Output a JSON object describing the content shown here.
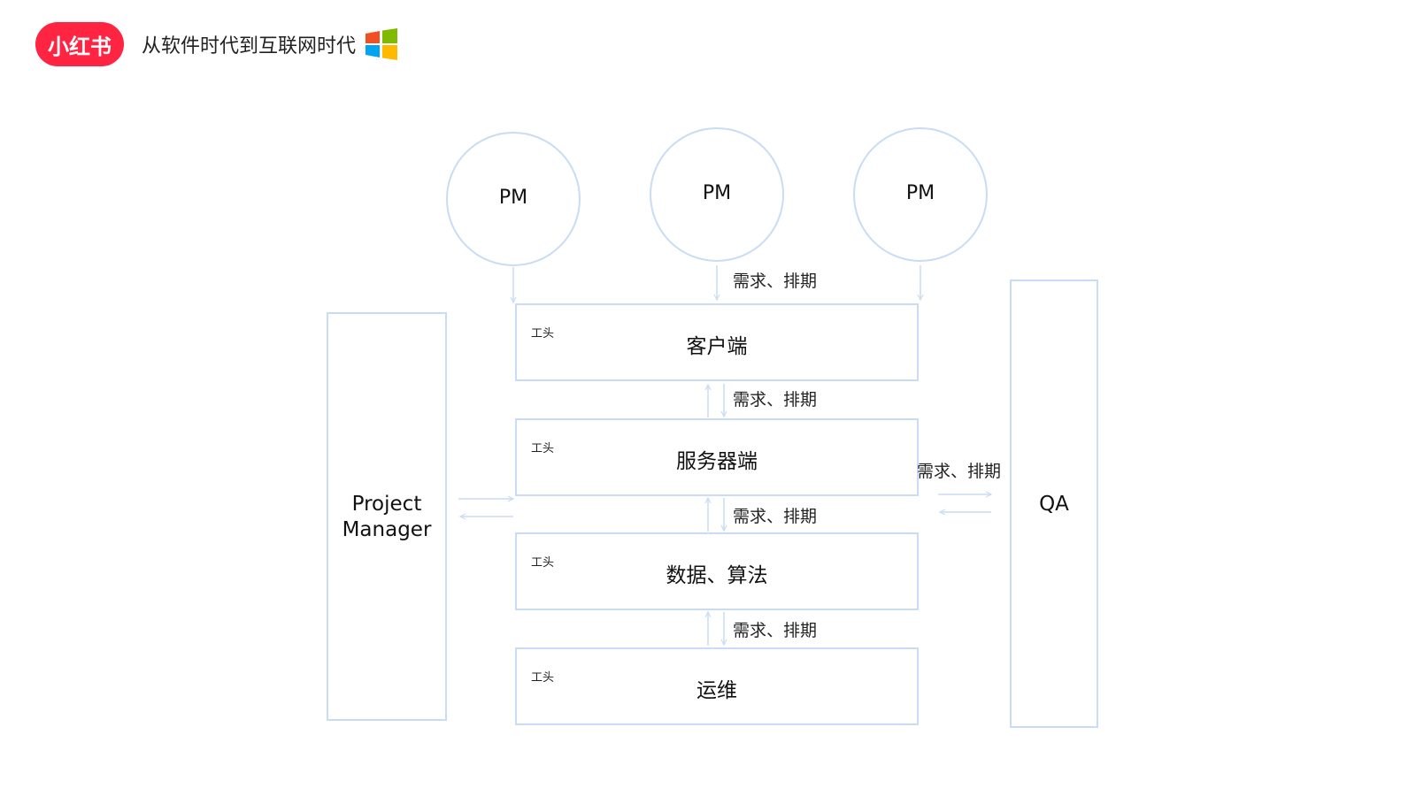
{
  "header": {
    "logo_text": "小红书",
    "title": "从软件时代到互联网时代",
    "brand_color": "#ff2442",
    "os_icon": "windows-logo-icon"
  },
  "diagram": {
    "line_color": "#c9dcf3",
    "pm_nodes": [
      "PM",
      "PM",
      "PM"
    ],
    "layers": [
      {
        "lead": "工头",
        "name": "客户端"
      },
      {
        "lead": "工头",
        "name": "服务器端"
      },
      {
        "lead": "工头",
        "name": "数据、算法"
      },
      {
        "lead": "工头",
        "name": "运维"
      }
    ],
    "edge_labels": {
      "pm_to_client": "需求、排期",
      "client_server": "需求、排期",
      "server_data": "需求、排期",
      "data_ops": "需求、排期",
      "qa_link": "需求、排期"
    },
    "project_manager": "Project\nManager",
    "qa": "QA"
  }
}
